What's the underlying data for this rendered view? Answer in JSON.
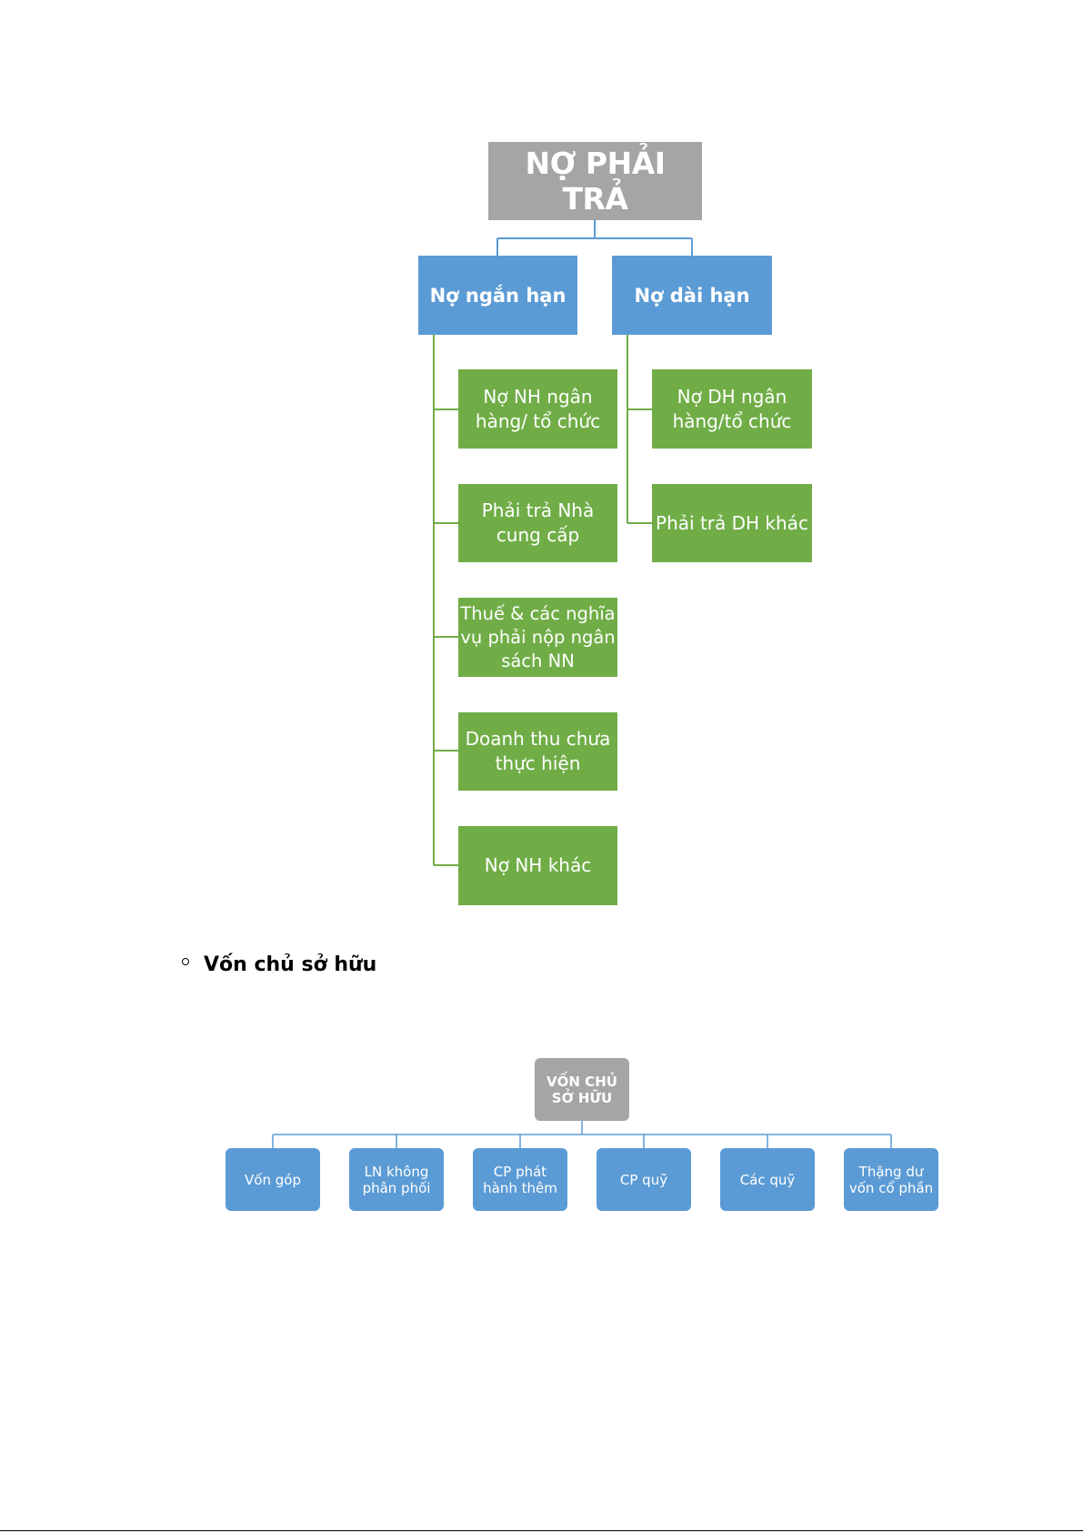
{
  "diagram1": {
    "root": "NỢ PHẢI TRẢ",
    "short_term": {
      "label": "Nợ ngắn hạn",
      "children": [
        "Nợ NH ngân\nhàng/ tổ chức",
        "Phải trả Nhà\ncung cấp",
        "Thuế & các nghĩa\nvụ phải nộp ngân\nsách NN",
        "Doanh thu chưa\nthực hiện",
        "Nợ NH khác"
      ]
    },
    "long_term": {
      "label": "Nợ dài hạn",
      "children": [
        "Nợ DH ngân\nhàng/tổ chức",
        "Phải trả DH khác"
      ]
    },
    "colors": {
      "root": "#a5a5a5",
      "level1": "#5b9bd5",
      "leaf": "#70ad47",
      "connector_level1": "#5b9bd5",
      "connector_leaf": "#70ad47"
    }
  },
  "section": {
    "heading": "Vốn chủ sở hữu"
  },
  "diagram2": {
    "root": "VỐN CHỦ\nSỞ HỮU",
    "children": [
      "Vốn góp",
      "LN không\nphân phối",
      "CP phát\nhành thêm",
      "CP quỹ",
      "Các quỹ",
      "Thặng dư\nvốn cổ phần"
    ],
    "colors": {
      "root": "#a5a5a5",
      "child": "#5b9bd5",
      "connector": "#5b9bd5"
    }
  }
}
